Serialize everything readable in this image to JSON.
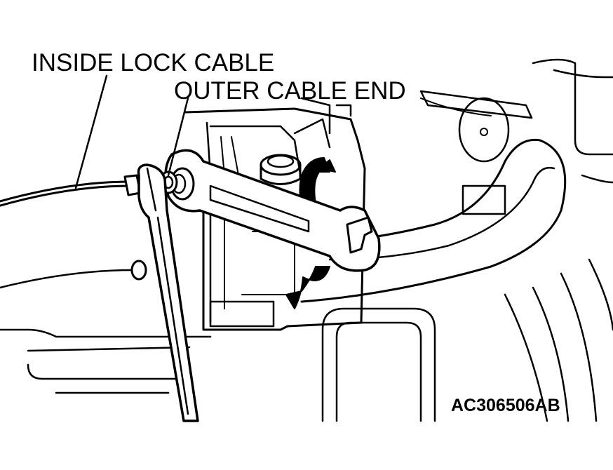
{
  "callouts": {
    "inside_lock_cable": "INSIDE LOCK CABLE",
    "outer_cable_end": "OUTER CABLE END"
  },
  "figure_code": "AC306506AB",
  "colors": {
    "line": "#000000",
    "background": "#ffffff"
  }
}
